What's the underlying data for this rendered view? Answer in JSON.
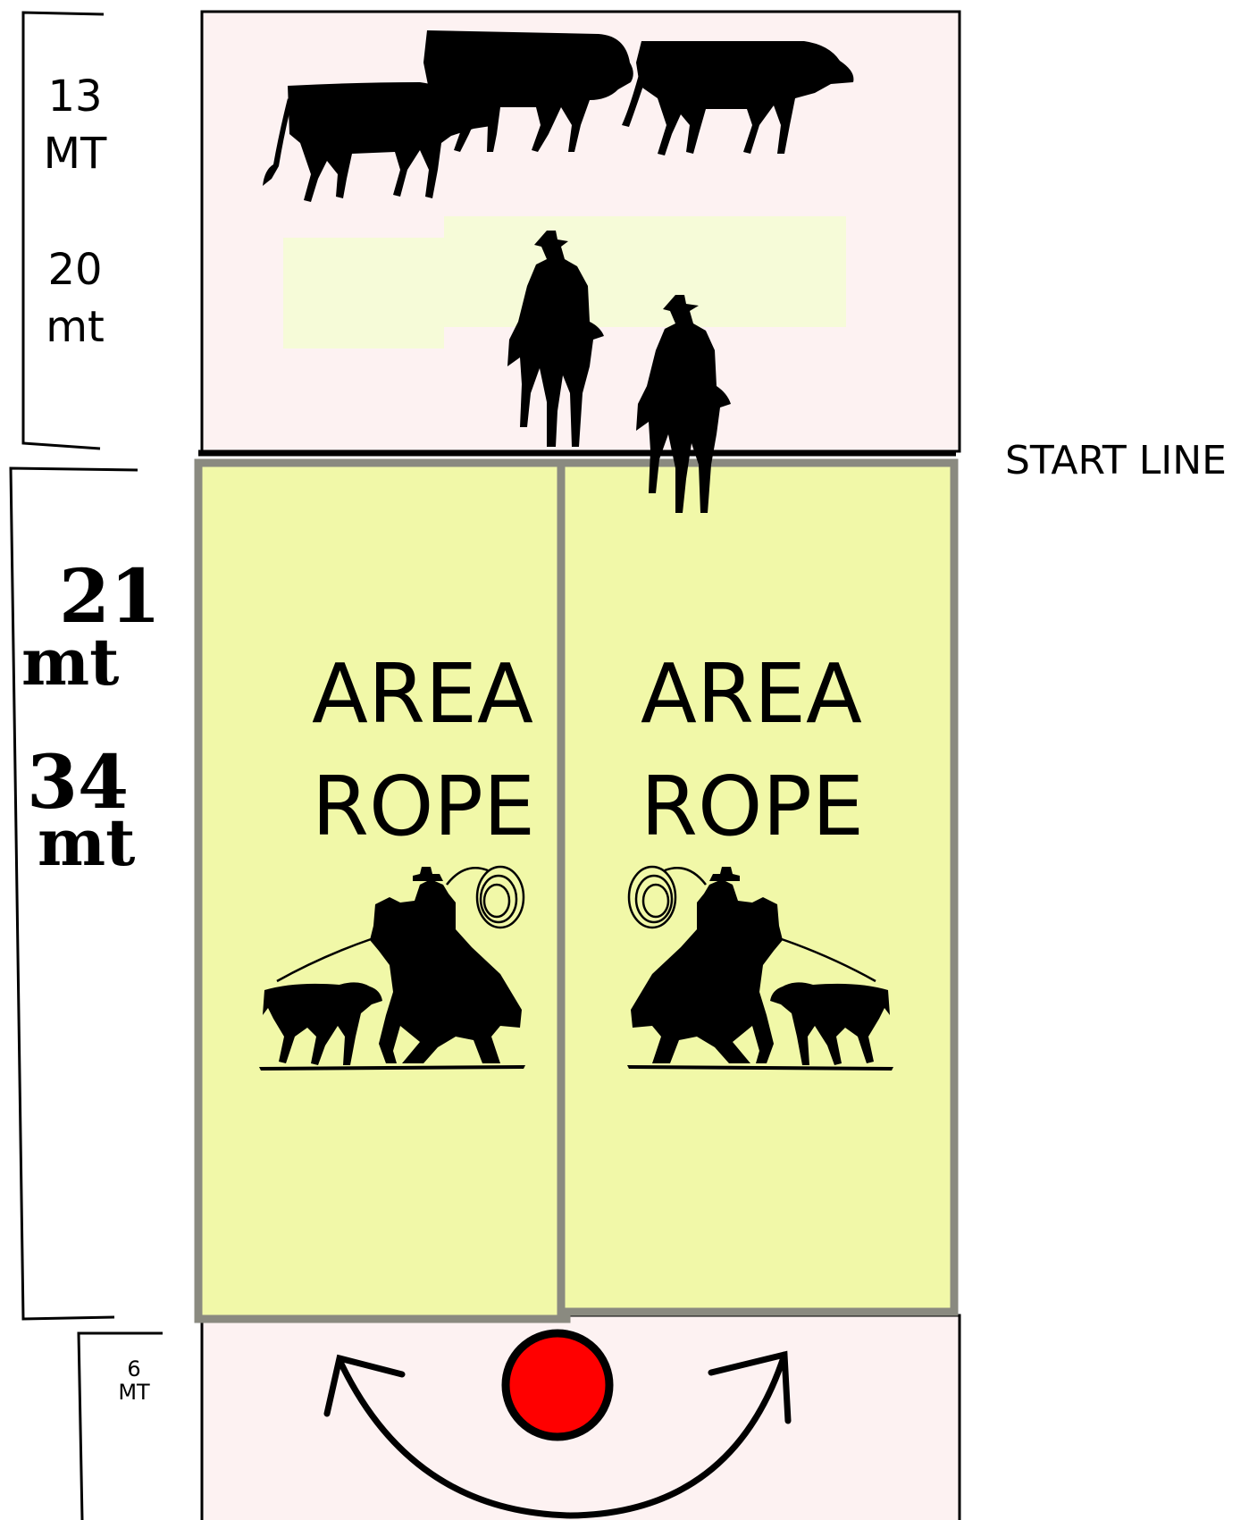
{
  "start_line_label": "START LINE",
  "top_section": {
    "label_1_num": "13",
    "label_1_unit": "MT",
    "label_2_num": "20",
    "label_2_unit": "mt"
  },
  "middle_section": {
    "label_1_num": "21",
    "label_1_unit": "mt",
    "label_2_num": "34",
    "label_2_unit": "mt"
  },
  "bottom_section": {
    "label_num": "6",
    "label_unit": "MT"
  },
  "rope_areas": [
    {
      "line1": "AREA",
      "line2": "ROPE"
    },
    {
      "line1": "AREA",
      "line2": "ROPE"
    }
  ],
  "icons": {
    "cattle": "cow-icon",
    "riders": "horse-rider-icon",
    "roping": "roping-cowboy-icon",
    "marker": "red-circle-marker",
    "turn": "u-turn-arrow-icon"
  },
  "colors": {
    "holding_area": "#fdf2f2",
    "rope_area": "#f1f8a8",
    "rope_area_border": "#8a8a80",
    "light_patch": "#f6fbd8",
    "marker": "#ff0000",
    "ink": "#000000"
  }
}
